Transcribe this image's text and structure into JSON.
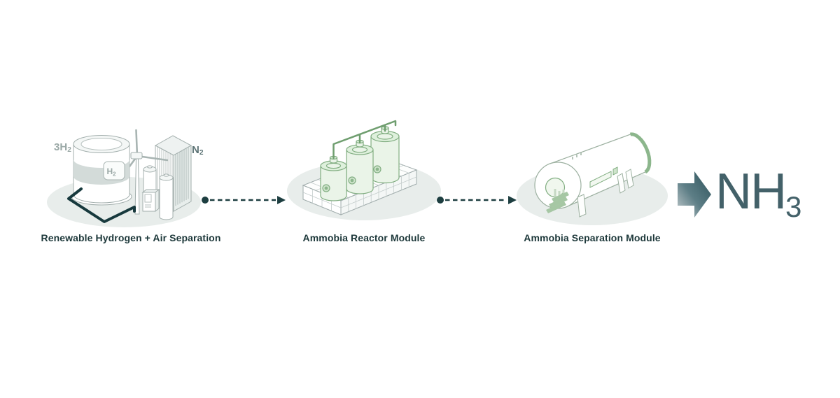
{
  "diagram": {
    "stage1": {
      "caption": "Renewable Hydrogen + Air Separation",
      "label_3h2": {
        "base": "3H",
        "sub": "2"
      },
      "label_n2": {
        "base": "N",
        "sub": "2"
      },
      "tank_badge": {
        "base": "H",
        "sub": "2"
      }
    },
    "stage2": {
      "caption": "Ammobia Reactor Module"
    },
    "stage3": {
      "caption": "Ammobia Separation Module"
    },
    "output": {
      "base": "NH",
      "sub": "3"
    }
  },
  "colors": {
    "stage_ellipse": "#e8edeb",
    "machinery_outline": "#a3afad",
    "machinery_outline_light": "#b5bfbd",
    "pipe_dark_teal": "#17393d",
    "connector_teal": "#1d3e40",
    "module_green": "#82ae82",
    "module_green_fill": "#eaf4e8",
    "module_green_mid": "#cfe4cc",
    "module_green_accent": "#8cb68c",
    "caption_text": "#1d383a",
    "h2_label_gray": "#9aa8a6",
    "n2_label": "#5b7274",
    "nh3_text": "#436169",
    "arrow_gradient_light": "#c6ced0",
    "arrow_gradient_dark": "#2d525a"
  }
}
